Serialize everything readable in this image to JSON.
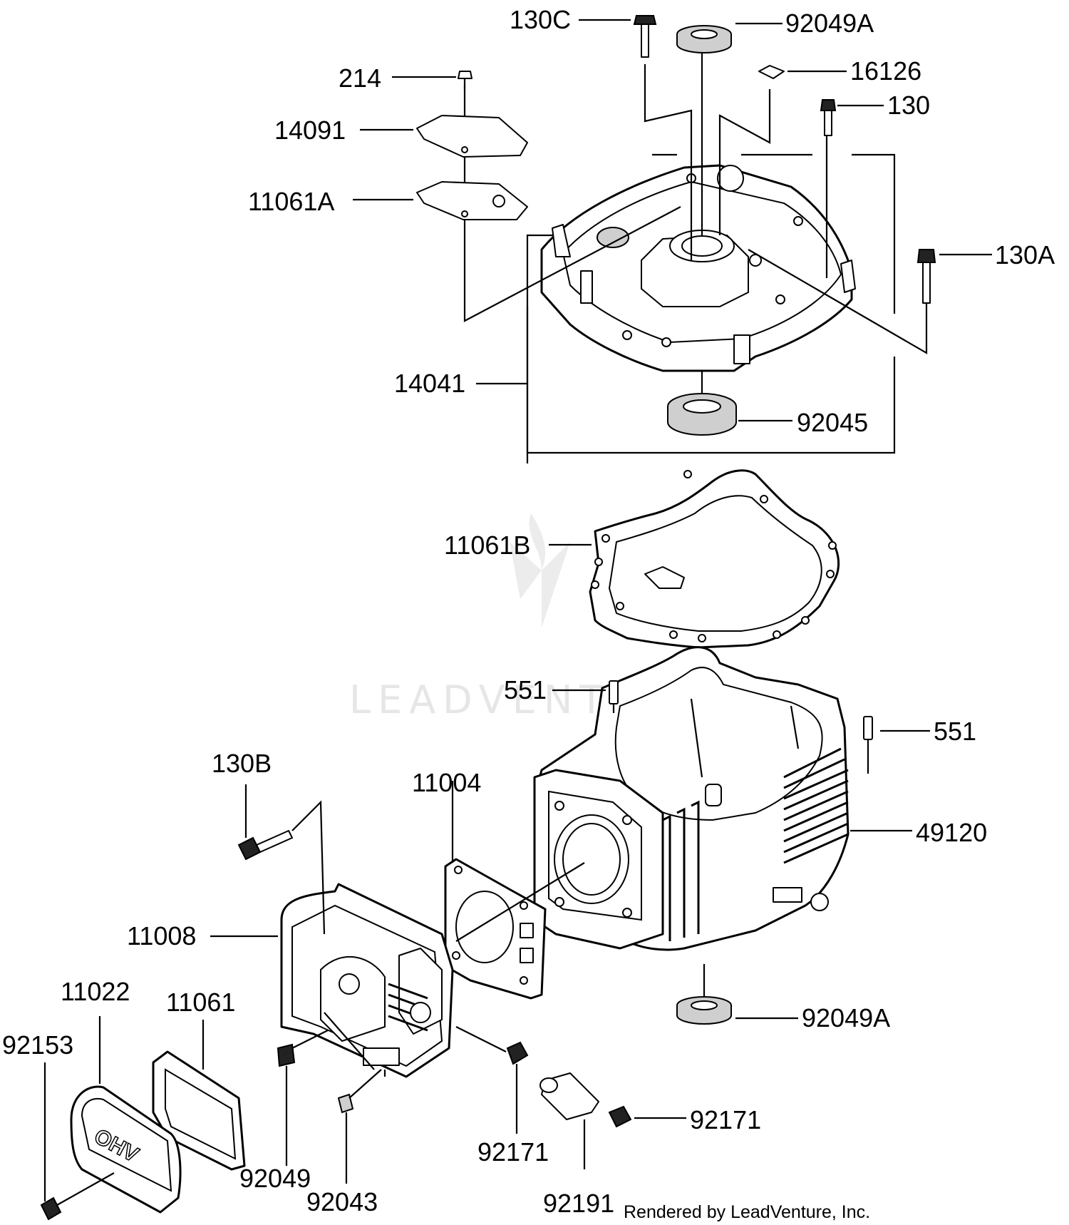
{
  "labels": {
    "p_130C": "130C",
    "p_92049A_top": "92049A",
    "p_214": "214",
    "p_16126": "16126",
    "p_130": "130",
    "p_14091": "14091",
    "p_11061A": "11061A",
    "p_130A": "130A",
    "p_14041": "14041",
    "p_92045": "92045",
    "p_11061B": "11061B",
    "p_551_left": "551",
    "p_551_right": "551",
    "p_130B": "130B",
    "p_11004": "11004",
    "p_49120": "49120",
    "p_11008": "11008",
    "p_11022": "11022",
    "p_11061": "11061",
    "p_92153": "92153",
    "p_92049A_bottom": "92049A",
    "p_92049": "92049",
    "p_92043": "92043",
    "p_92171_left": "92171",
    "p_92171_right": "92171",
    "p_92191": "92191"
  },
  "watermark": "LEADVENTURE",
  "credit": "Rendered by LeadVenture, Inc.",
  "colors": {
    "line": "#000000",
    "background": "#ffffff",
    "watermark": "#e6e6e6"
  }
}
